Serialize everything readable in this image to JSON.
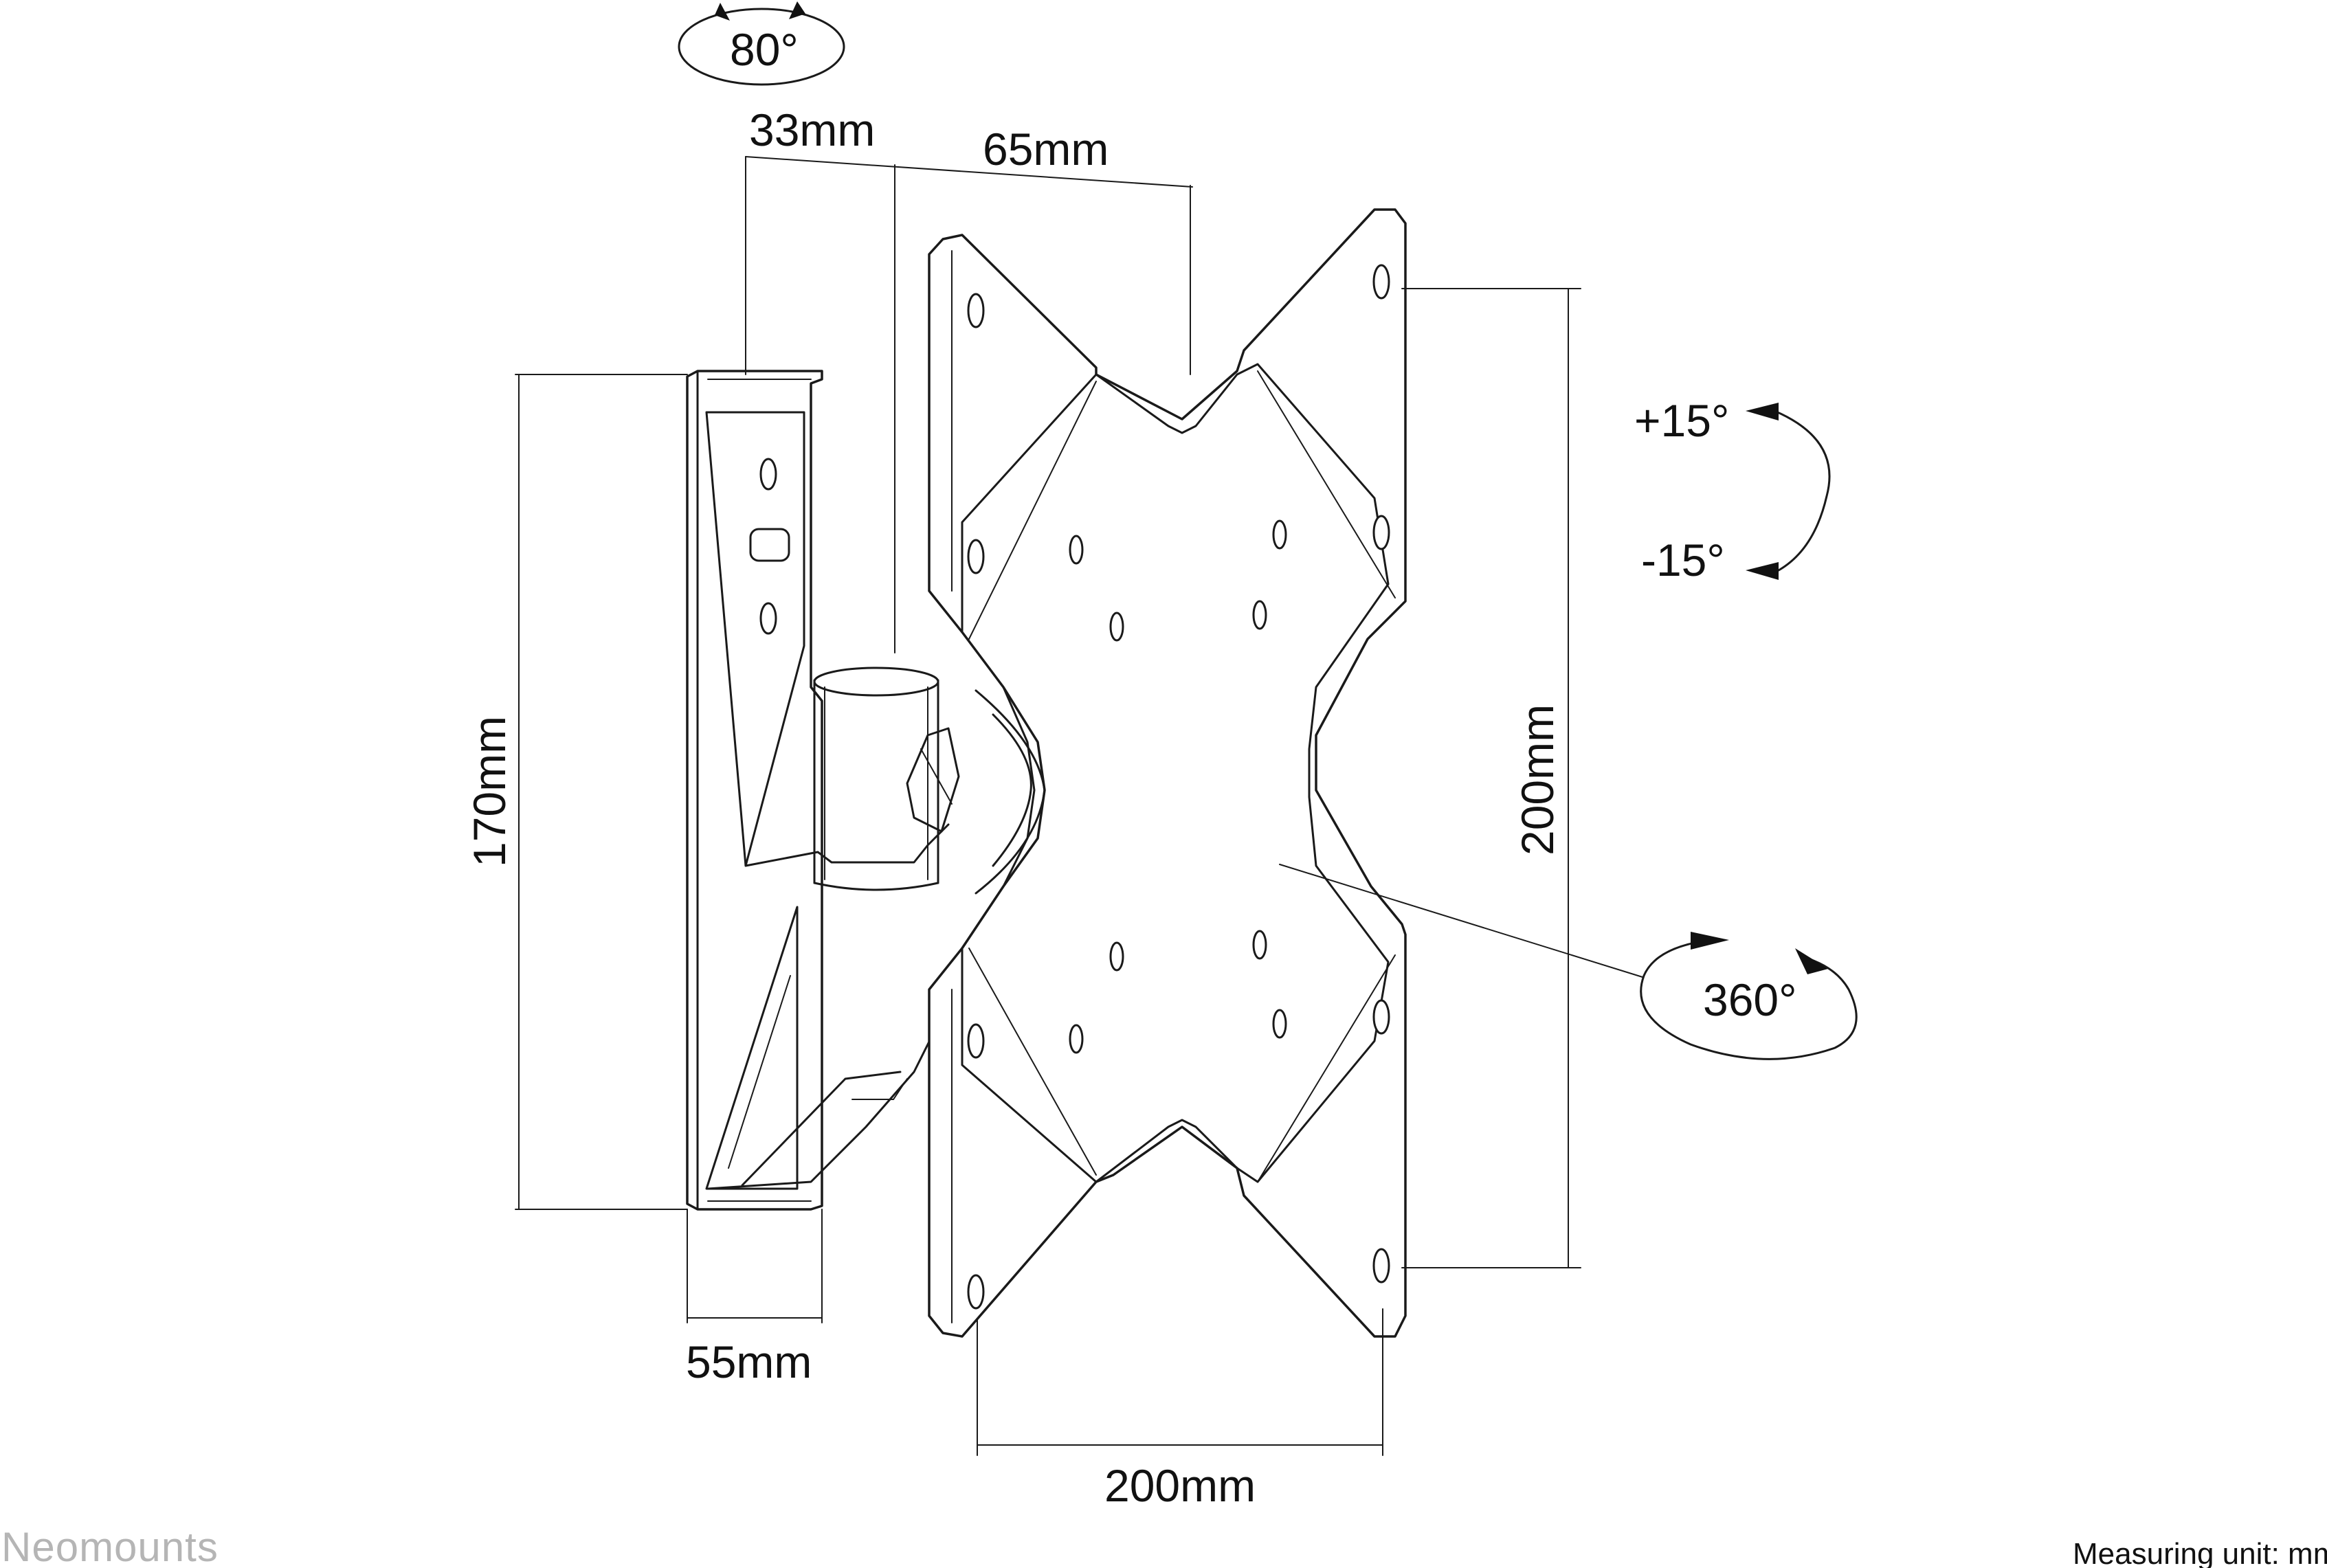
{
  "dimensions": {
    "depth_min": "33mm",
    "depth_offset": "65mm",
    "bracket_height": "170mm",
    "bracket_width": "55mm",
    "vesa_vertical": "200mm",
    "vesa_horizontal": "200mm"
  },
  "angles": {
    "swivel": "80°",
    "tilt_up": "+15°",
    "tilt_down": "-15°",
    "rotate": "360°"
  },
  "branding": {
    "logo_text": "Neomounts"
  },
  "footer": {
    "measuring_unit": "Measuring unit: mm"
  },
  "colors": {
    "line": "#1a1a1a",
    "logo": "#b5b5b5",
    "background": "#ffffff"
  }
}
